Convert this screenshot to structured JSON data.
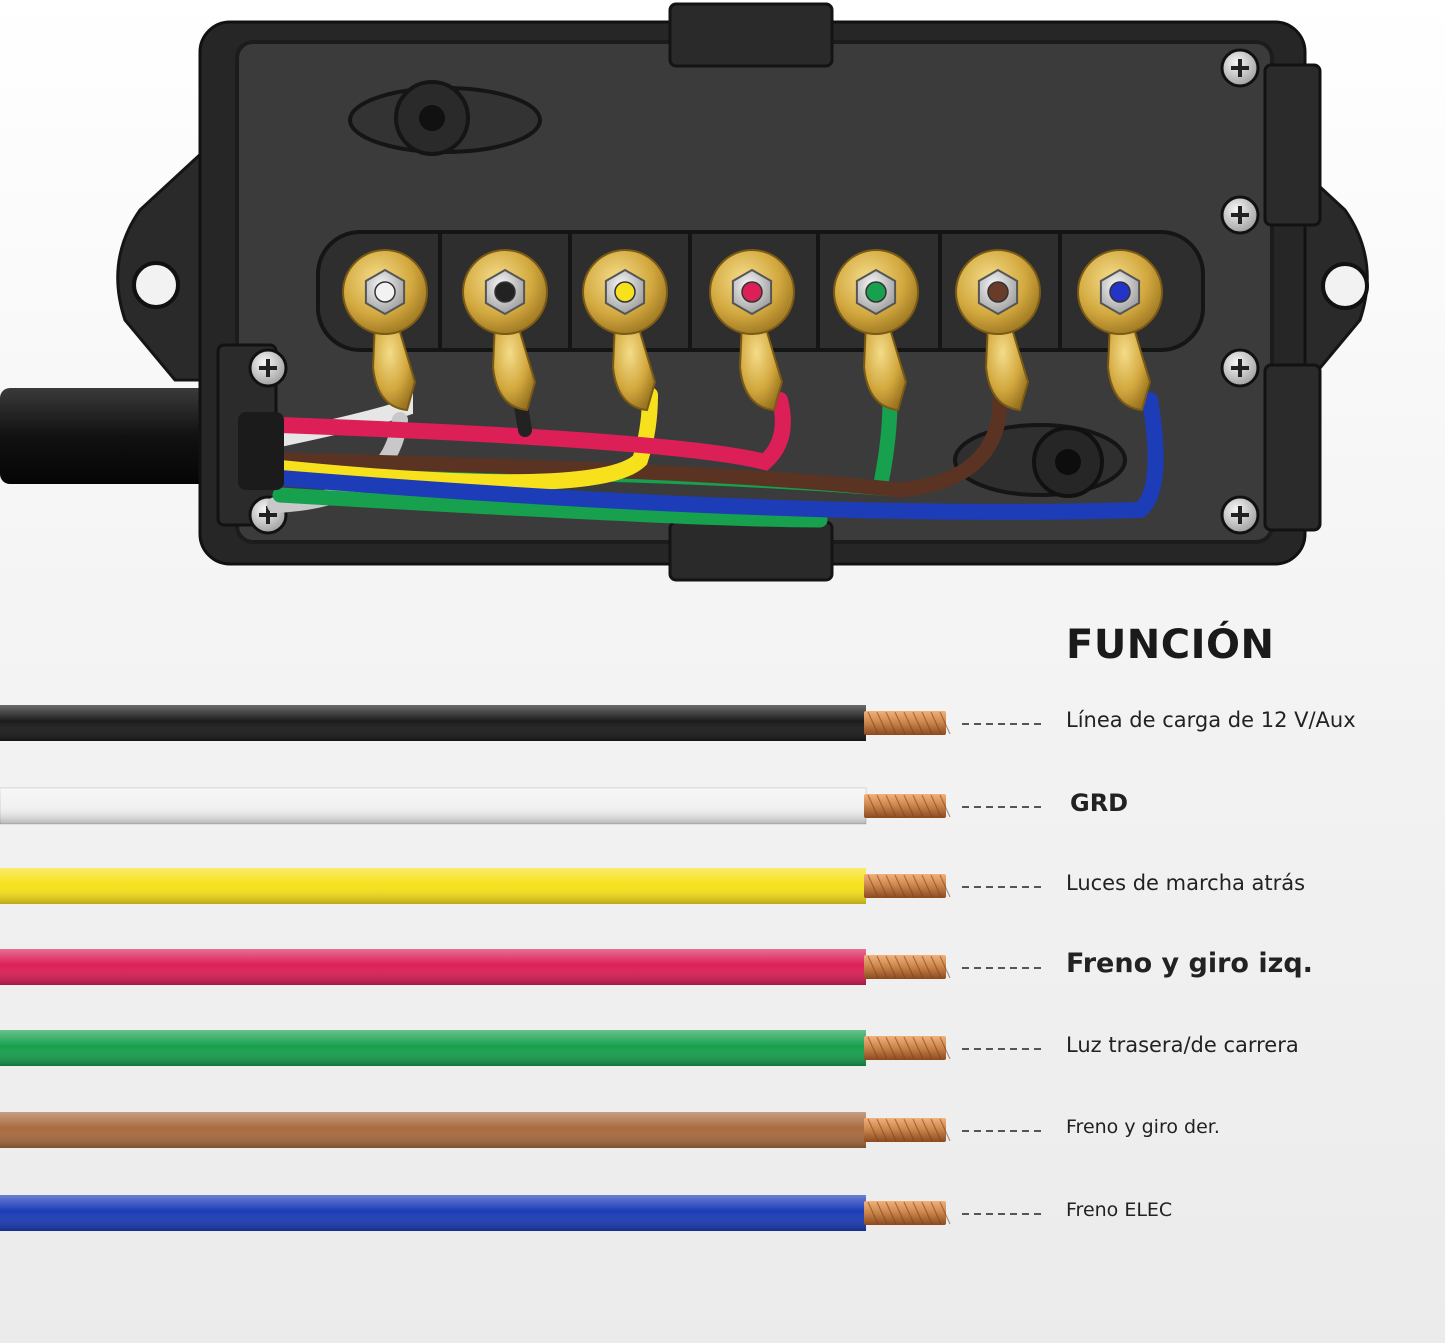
{
  "legend": {
    "title": "FUNCIÓN",
    "items": [
      {
        "color": "#1c1c1c",
        "label": "Línea de carga de 12 V/Aux"
      },
      {
        "color": "#f2f2f2",
        "label": "GRD"
      },
      {
        "color": "#f7e11c",
        "label": "Luces de marcha atrás"
      },
      {
        "color": "#dc1f57",
        "label": "Freno y giro izq."
      },
      {
        "color": "#17a04e",
        "label": "Luz trasera/de carrera"
      },
      {
        "color": "#a86b3e",
        "label": "Freno y giro der."
      },
      {
        "color": "#1c3cb8",
        "label": "Freno ELEC"
      }
    ]
  },
  "terminals": [
    {
      "color": "#f2f2f2",
      "icon": "white-dot"
    },
    {
      "color": "#222222",
      "icon": "black-dot"
    },
    {
      "color": "#f7e11c",
      "icon": "yellow-dot"
    },
    {
      "color": "#dc1f57",
      "icon": "red-dot"
    },
    {
      "color": "#17a04e",
      "icon": "green-dot"
    },
    {
      "color": "#6b3b2a",
      "icon": "brown-dot"
    },
    {
      "color": "#2434c8",
      "icon": "blue-dot"
    }
  ],
  "colors": {
    "box_body": "#2f2f2f",
    "box_inner": "#3a3a3a",
    "ring_terminal": "#d8b24a",
    "copper": "#c9834a"
  }
}
